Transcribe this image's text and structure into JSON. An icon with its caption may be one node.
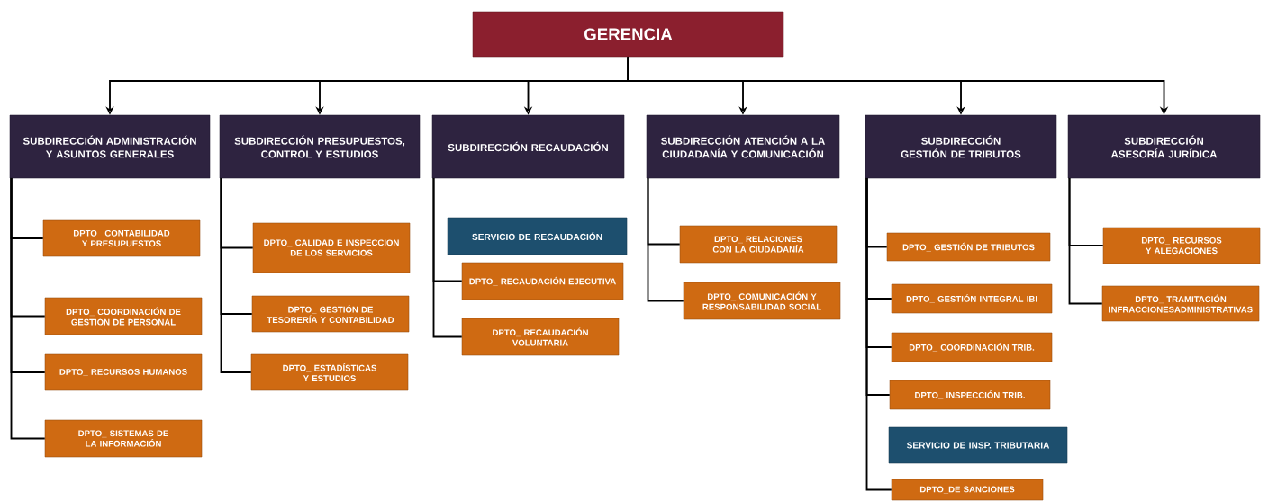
{
  "diagram": {
    "nodes": [
      {
        "text": [
          "GERENCIA"
        ]
      },
      {
        "text": [
          "SUBDIRECCIÓN ADMINISTRACIÓN Y ASUNTOS GENERALES"
        ]
      },
      {
        "text": [
          "SUBDIRECCIÓN PRESUPUESTOS, CONTROL Y ESTUDIOS"
        ]
      },
      {
        "text": [
          "SUBDIRECCIÓN RECAUDACIÓN"
        ]
      },
      {
        "text": [
          "SUBDIRECCIÓN ATENCIÓN A LA CIUDADANÍA Y COMUNICACIÓN"
        ]
      },
      {
        "text": [
          "SUBDIRECCIÓN GESTIÓN DE TRIBUTOS"
        ]
      },
      {
        "text": [
          "SUBDIRECCIÓN ASESORÍA JURÍDICA"
        ]
      },
      {
        "text": [
          "DPTO_ CONTABILIDAD Y PRESUPUESTOS"
        ]
      },
      {
        "text": [
          "DPTO_ COORDINACIÓN DE GESTIÓN DE PERSONAL"
        ]
      },
      {
        "text": [
          "DPTO_ RECURSOS HUMANOS"
        ]
      },
      {
        "text": [
          "DPTO_ SISTEMAS DE LA INFORMACIÓN"
        ]
      },
      {
        "text": [
          "DPTO_ CALIDAD E INSPECCION DE LOS SERVICIOS"
        ]
      },
      {
        "text": [
          "DPTO_ GESTIÓN DE TESORERÍA Y CONTABILIDAD"
        ]
      },
      {
        "text": [
          "DPTO_ ESTADÍSTICAS Y ESTUDIOS"
        ]
      },
      {
        "text": [
          "SERVICIO DE RECAUDACIÓN"
        ]
      },
      {
        "text": [
          "DPTO_ RECAUDACIÓN EJECUTIVA"
        ]
      },
      {
        "text": [
          "DPTO_ RECAUDACIÓN VOLUNTARIA"
        ]
      },
      {
        "text": [
          "DPTO_ RELACIONES CON LA CIUDADANÍA"
        ]
      },
      {
        "text": [
          "DPTO_ COMUNICACIÓN Y RESPONSABILIDAD SOCIAL"
        ]
      },
      {
        "text": [
          "DPTO_ GESTIÓN DE TRIBUTOS"
        ]
      },
      {
        "text": [
          "DPTO_ GESTIÓN INTEGRAL IBI"
        ]
      },
      {
        "text": [
          "DPTO_ COORDINACIÓN TRIB."
        ]
      },
      {
        "text": [
          "DPTO_ INSPECCIÓN  TRIB."
        ]
      },
      {
        "text": [
          "SERVICIO DE INSP. TRIBUTARIA"
        ]
      },
      {
        "text": [
          "DPTO_DE SANCIONES"
        ]
      },
      {
        "text": [
          "DPTO_ RECURSOS Y ALEGACIONES"
        ]
      },
      {
        "text": [
          "DPTO_ TRAMITACIÓN INFRACCIONESADMINISTRATIVAS"
        ]
      }
    ],
    "edges": [
      {
        "from": 0,
        "to": 1,
        "arrow": "to"
      },
      {
        "from": 0,
        "to": 2,
        "arrow": "to"
      },
      {
        "from": 0,
        "to": 3,
        "arrow": "to"
      },
      {
        "from": 0,
        "to": 4,
        "arrow": "to"
      },
      {
        "from": 0,
        "to": 5,
        "arrow": "to"
      },
      {
        "from": 0,
        "to": 6,
        "arrow": "to"
      },
      {
        "from": 1,
        "to": 7,
        "arrow": "none"
      },
      {
        "from": 1,
        "to": 8,
        "arrow": "none"
      },
      {
        "from": 1,
        "to": 9,
        "arrow": "none"
      },
      {
        "from": 1,
        "to": 10,
        "arrow": "none"
      },
      {
        "from": 2,
        "to": 11,
        "arrow": "none"
      },
      {
        "from": 2,
        "to": 12,
        "arrow": "none"
      },
      {
        "from": 2,
        "to": 13,
        "arrow": "none"
      },
      {
        "from": 3,
        "to": 15,
        "arrow": "none"
      },
      {
        "from": 3,
        "to": 16,
        "arrow": "none"
      },
      {
        "from": 4,
        "to": 17,
        "arrow": "none"
      },
      {
        "from": 4,
        "to": 18,
        "arrow": "none"
      },
      {
        "from": 5,
        "to": 19,
        "arrow": "none"
      },
      {
        "from": 5,
        "to": 20,
        "arrow": "none"
      },
      {
        "from": 5,
        "to": 21,
        "arrow": "none"
      },
      {
        "from": 5,
        "to": 22,
        "arrow": "none"
      },
      {
        "from": 5,
        "to": 24,
        "arrow": "none"
      },
      {
        "from": 6,
        "to": 25,
        "arrow": "none"
      },
      {
        "from": 6,
        "to": 26,
        "arrow": "none"
      }
    ]
  }
}
